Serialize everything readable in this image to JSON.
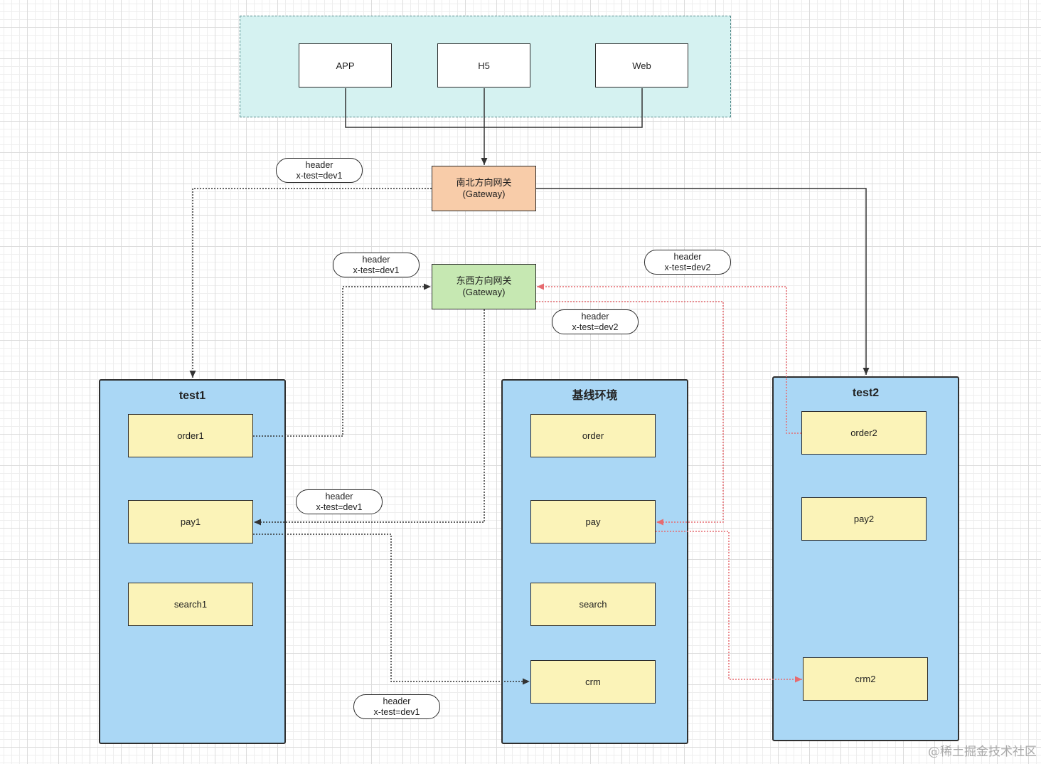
{
  "diagram": {
    "clients_group": {
      "items": [
        {
          "label": "APP"
        },
        {
          "label": "H5"
        },
        {
          "label": "Web"
        }
      ]
    },
    "gateways": {
      "north_south": {
        "name": "南北方向网关",
        "sub": "(Gateway)"
      },
      "east_west": {
        "name": "东西方向网关",
        "sub": "(Gateway)"
      }
    },
    "header_labels": [
      {
        "line1": "header",
        "line2": "x-test=dev1"
      },
      {
        "line1": "header",
        "line2": "x-test=dev1"
      },
      {
        "line1": "header",
        "line2": "x-test=dev2"
      },
      {
        "line1": "header",
        "line2": "x-test=dev2"
      },
      {
        "line1": "header",
        "line2": "x-test=dev1"
      },
      {
        "line1": "header",
        "line2": "x-test=dev1"
      }
    ],
    "environments": [
      {
        "title": "test1",
        "services": [
          "order1",
          "pay1",
          "search1"
        ]
      },
      {
        "title": "基线环境",
        "services": [
          "order",
          "pay",
          "search",
          "crm"
        ]
      },
      {
        "title": "test2",
        "services": [
          "order2",
          "pay2",
          "crm2"
        ]
      }
    ]
  },
  "colors": {
    "client_group_fill": "#d5f2f1",
    "north_south_gateway_fill": "#f8cca9",
    "east_west_gateway_fill": "#c6e8b2",
    "environment_fill": "#aad7f5",
    "service_fill": "#fbf3b8",
    "edge_default": "#333333",
    "edge_red": "#e66b70"
  },
  "watermark": "@稀土掘金技术社区"
}
